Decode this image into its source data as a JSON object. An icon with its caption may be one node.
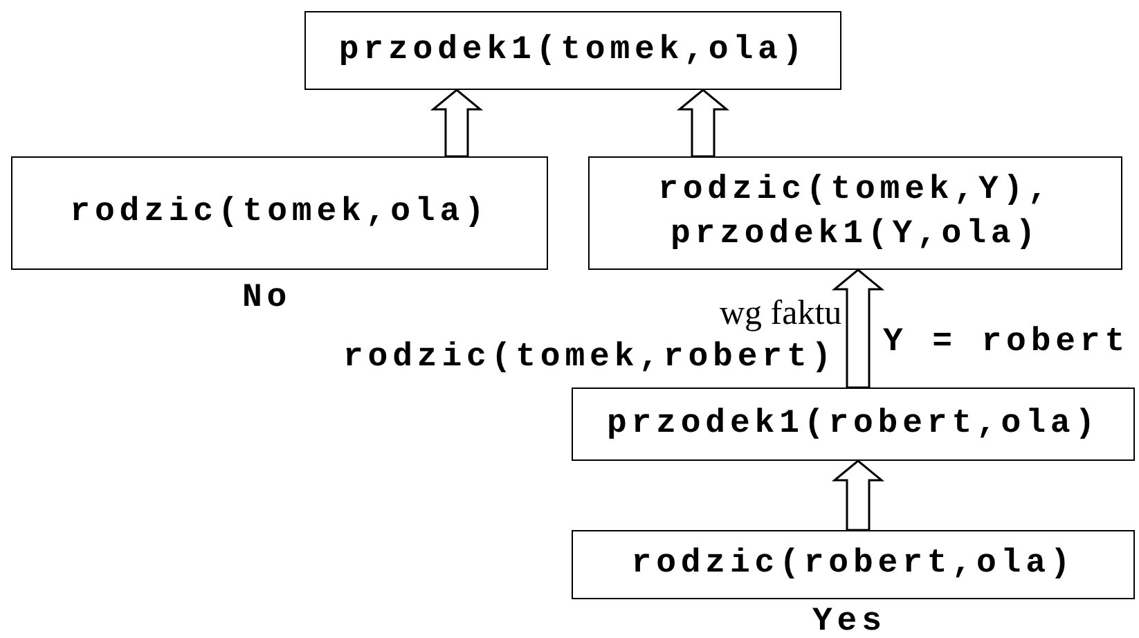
{
  "diagram": {
    "nodes": [
      {
        "text": [
          "przodek1(tomek,ola)"
        ]
      },
      {
        "text": [
          "rodzic(tomek,ola)"
        ],
        "beside": [
          "No"
        ]
      },
      {
        "text": [
          "rodzic(tomek,Y), przodek1(Y,ola)"
        ]
      },
      {
        "text": [
          "przodek1(robert,ola)"
        ]
      },
      {
        "text": [
          "rodzic(robert,ola)"
        ],
        "beside": [
          "Yes"
        ]
      }
    ],
    "edges": [
      {
        "from": 1,
        "to": 0,
        "arrow": "to"
      },
      {
        "from": 2,
        "to": 0,
        "arrow": "to"
      },
      {
        "from": 3,
        "to": 2,
        "arrow": "to",
        "label": "Y = robert"
      },
      {
        "from": 4,
        "to": 3,
        "arrow": "to"
      }
    ],
    "labels": [
      "wg faktu",
      "rodzic(tomek,robert)"
    ]
  }
}
